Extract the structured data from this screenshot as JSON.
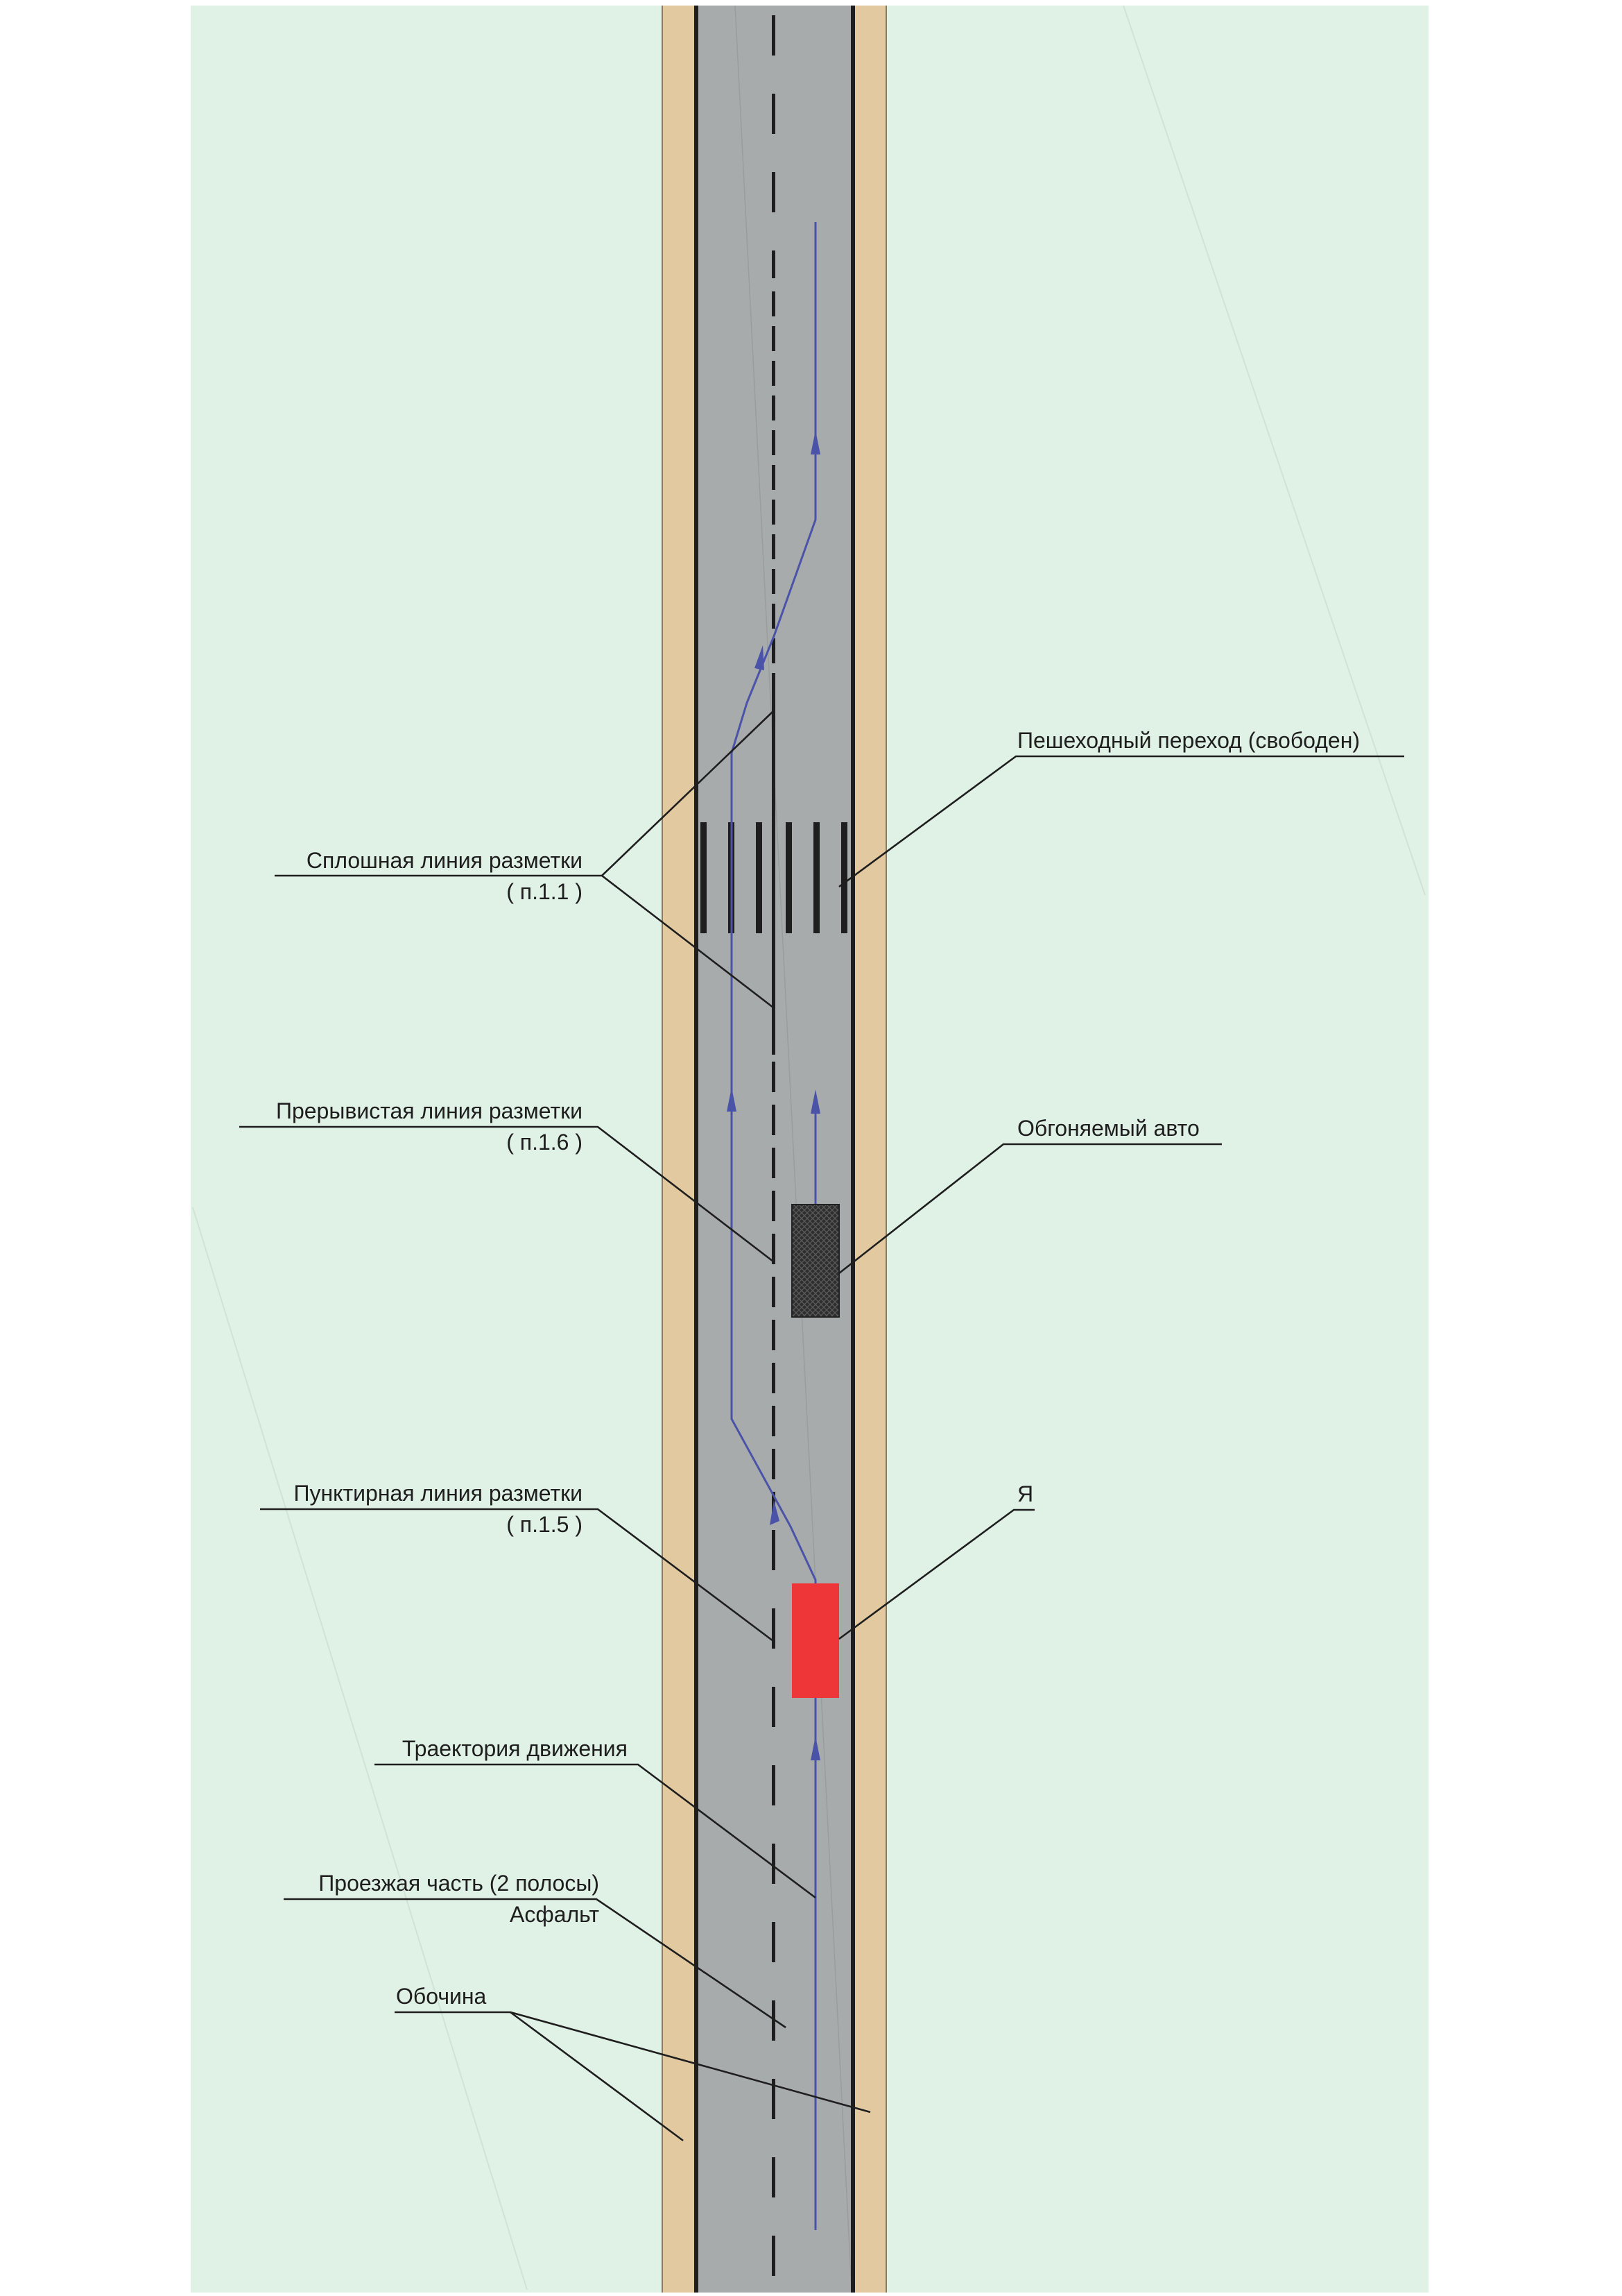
{
  "labels": {
    "solid_line": "Сплошная линия разметки",
    "solid_line_ref": "( п.1.1 )",
    "broken_line": "Прерывистая линия разметки",
    "broken_line_ref": "( п.1.6 )",
    "dashed_line": "Пунктирная линия разметки",
    "dashed_line_ref": "( п.1.5 )",
    "trajectory": "Траектория движения",
    "carriageway": "Проезжая часть (2 полосы)",
    "surface": "Асфальт",
    "shoulder": "Обочина",
    "crosswalk": "Пешеходный переход (свободен)",
    "overtaken_car": "Обгоняемый авто",
    "me": "Я"
  },
  "colors": {
    "grass": "#e0f1e6",
    "shoulder": "#e3c9a0",
    "asphalt": "#a8abac",
    "marking": "#1e1e1e",
    "trajectory": "#4a53a8",
    "my_car": "#ee3537",
    "overtaken_car": "#3a3a3a"
  }
}
